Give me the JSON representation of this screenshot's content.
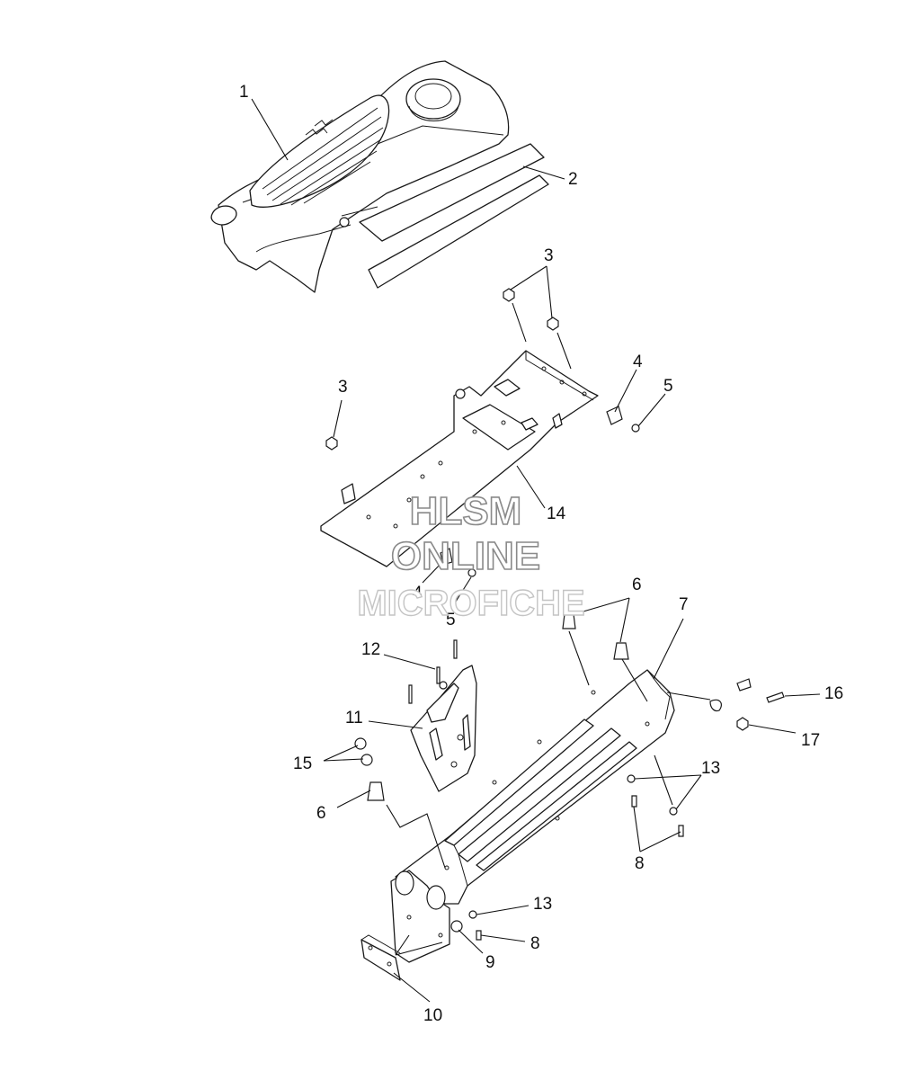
{
  "watermark": {
    "line1": "HLSM",
    "line2": "ONLINE",
    "line3": "MICROFICHE",
    "color": "#8a8a8a"
  },
  "callouts": {
    "c1": "1",
    "c2": "2",
    "c3a": "3",
    "c3b": "3",
    "c4a": "4",
    "c4b": "4",
    "c5a": "5",
    "c5b": "5",
    "c6a": "6",
    "c6b": "6",
    "c7": "7",
    "c8a": "8",
    "c8b": "8",
    "c9": "9",
    "c10": "10",
    "c11": "11",
    "c12": "12",
    "c13a": "13",
    "c13b": "13",
    "c14": "14",
    "c15": "15",
    "c16": "16",
    "c17": "17"
  }
}
